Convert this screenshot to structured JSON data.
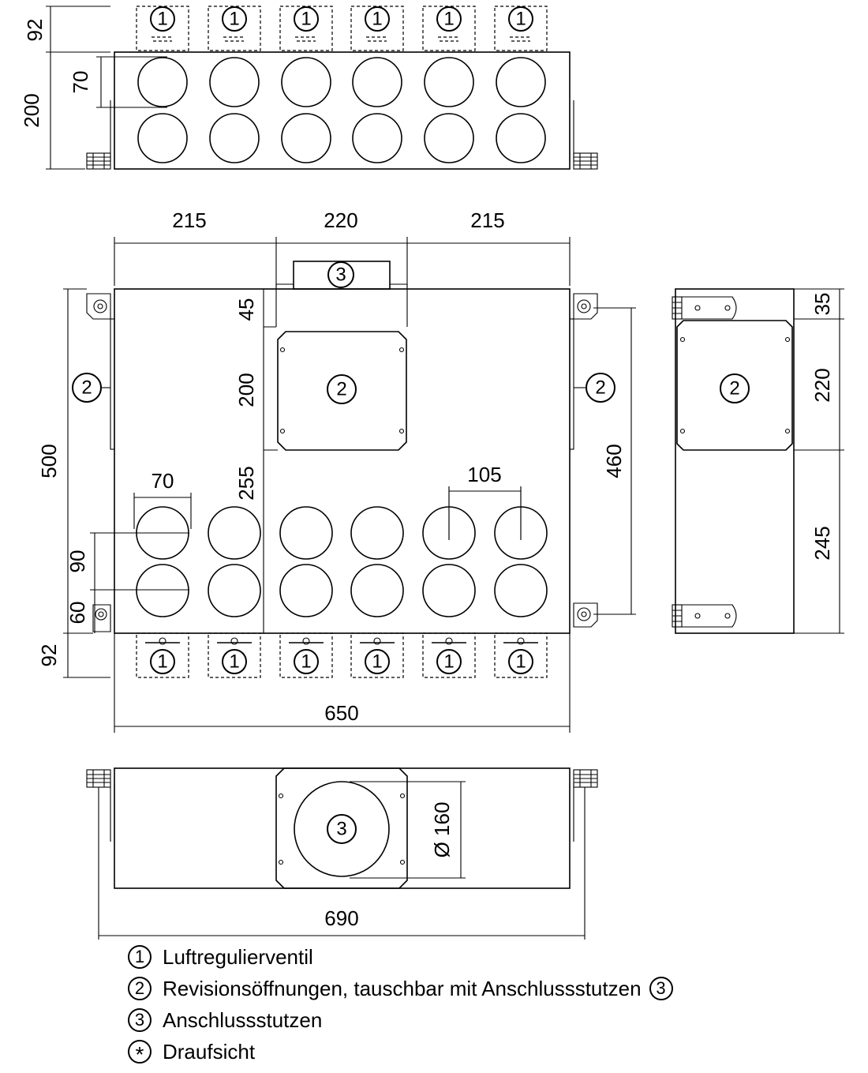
{
  "callouts": {
    "valve": "1",
    "revision": "2",
    "connector": "3"
  },
  "dimensions": {
    "top_offset": "92",
    "top_height": "200",
    "top_pitch": "70",
    "width_left": "215",
    "width_mid": "220",
    "width_right": "215",
    "front_h_45": "45",
    "front_h_200": "200",
    "front_h_255": "255",
    "front_height": "500",
    "front_inner": "460",
    "pitch_h": "70",
    "pitch_v": "90",
    "bottom_60": "60",
    "bottom_92": "92",
    "spacing_105": "105",
    "total_width": "650",
    "side_35": "35",
    "side_220": "220",
    "side_245": "245",
    "diameter": "Ø 160",
    "overall_width": "690"
  },
  "legend": [
    {
      "symbol": "1",
      "text": "Luftregulierventil"
    },
    {
      "symbol": "2",
      "text": "Revisionsöffnungen, tauschbar mit Anschlussstutzen",
      "suffix_symbol": "3"
    },
    {
      "symbol": "3",
      "text": "Anschlussstutzen"
    },
    {
      "symbol": "*",
      "text": "Draufsicht"
    }
  ]
}
